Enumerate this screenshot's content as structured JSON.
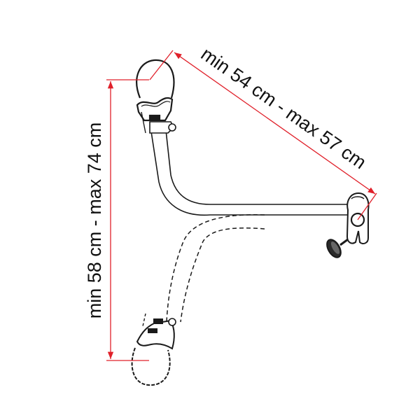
{
  "diagram": {
    "type": "technical-drawing",
    "subject": "bike carrier frame arm with clamps",
    "dimensions": {
      "vertical": {
        "label": "min 58 cm - max 74 cm",
        "min_cm": 58,
        "max_cm": 74
      },
      "diagonal": {
        "label": "min 54 cm - max 57 cm",
        "min_cm": 54,
        "max_cm": 57
      }
    },
    "colors": {
      "dimension_line": "#e0202a",
      "drawing_line": "#1a1a1a",
      "background": "#ffffff"
    }
  }
}
